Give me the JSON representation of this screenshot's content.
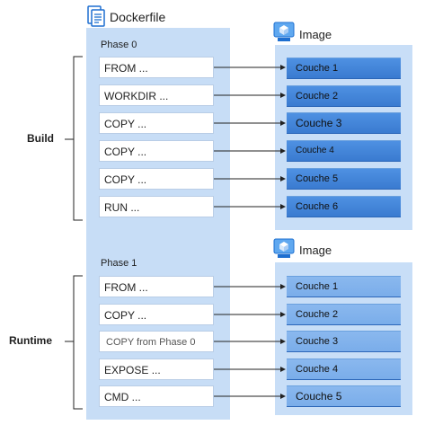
{
  "dockerfile": {
    "title": "Dockerfile",
    "phase0_label": "Phase 0",
    "phase1_label": "Phase 1",
    "phase0_instructions": [
      "FROM ...",
      "WORKDIR ...",
      "COPY ...",
      "COPY ...",
      "COPY ...",
      "RUN ..."
    ],
    "phase1_instructions": [
      "FROM ...",
      "COPY ...",
      "COPY from Phase 0",
      "EXPOSE ...",
      "CMD ..."
    ]
  },
  "build_image": {
    "title": "Image",
    "layers": [
      "Couche 1",
      "Couche 2",
      "Couche 3",
      "Couche 4",
      "Couche 5",
      "Couche 6"
    ]
  },
  "runtime_image": {
    "title": "Image",
    "layers": [
      "Couche 1",
      "Couche 2",
      "Couche 3",
      "Couche 4",
      "Couche 5"
    ]
  },
  "labels": {
    "build": "Build",
    "runtime": "Runtime"
  },
  "colors": {
    "panel": "#c7ddf6",
    "layer_dark": "#3f82d6",
    "layer_light": "#7eb0ec",
    "icon_blue": "#1e6fd0"
  },
  "icons": {
    "dockerfile": "document-icon",
    "image": "container-image-icon"
  }
}
